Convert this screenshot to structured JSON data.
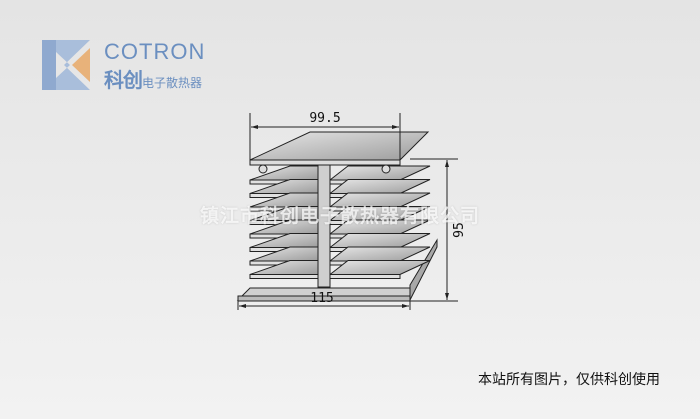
{
  "logo": {
    "name_en": "COTRON",
    "name_cn": "科创",
    "tagline": "电子散热器"
  },
  "drawing": {
    "dim_top": "99.5",
    "dim_height": "95",
    "dim_bottom": "115",
    "fin_count_per_side": 8
  },
  "watermark": "镇江市科创电子散热器有限公司",
  "notice": "本站所有图片，仅供科创使用",
  "colors": {
    "logo": "#6b8fc0",
    "logo_accent": "#e8b27a",
    "metal": "#b8b8b8"
  }
}
